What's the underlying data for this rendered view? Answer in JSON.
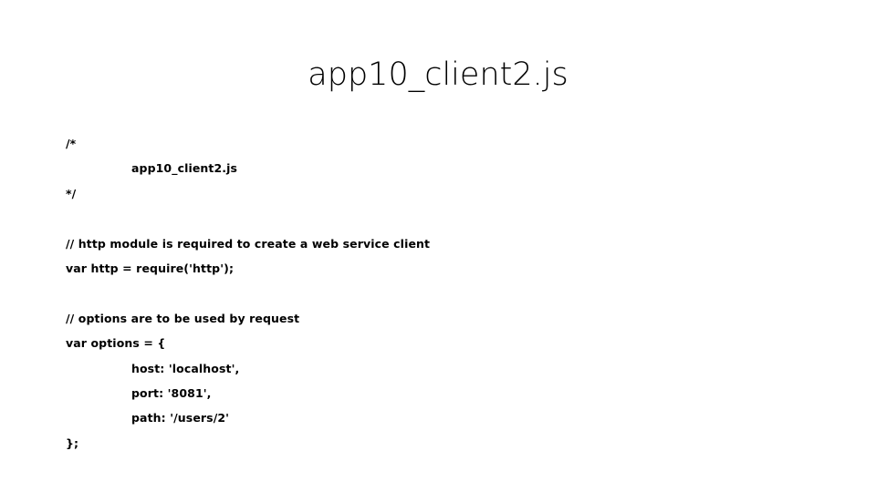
{
  "slide": {
    "title": "app10_client2.js",
    "background_color": "#ffffff",
    "text_color": "#000000",
    "code_lines": [
      {
        "text": "/*",
        "indent": 0,
        "blank": false
      },
      {
        "text": "app10_client2.js",
        "indent": 1,
        "blank": false
      },
      {
        "text": "*/",
        "indent": 0,
        "blank": false
      },
      {
        "text": "",
        "indent": 0,
        "blank": true
      },
      {
        "text": "// http module is required to create a web service client",
        "indent": 0,
        "blank": false
      },
      {
        "text": "var http = require('http');",
        "indent": 0,
        "blank": false
      },
      {
        "text": "",
        "indent": 0,
        "blank": true
      },
      {
        "text": "// options are to be used by request",
        "indent": 0,
        "blank": false
      },
      {
        "text": "var options = {",
        "indent": 0,
        "blank": false
      },
      {
        "text": "host: 'localhost',",
        "indent": 1,
        "blank": false
      },
      {
        "text": "port: '8081',",
        "indent": 1,
        "blank": false
      },
      {
        "text": "path: '/users/2'",
        "indent": 1,
        "blank": false
      },
      {
        "text": "};",
        "indent": 0,
        "blank": false
      }
    ]
  }
}
